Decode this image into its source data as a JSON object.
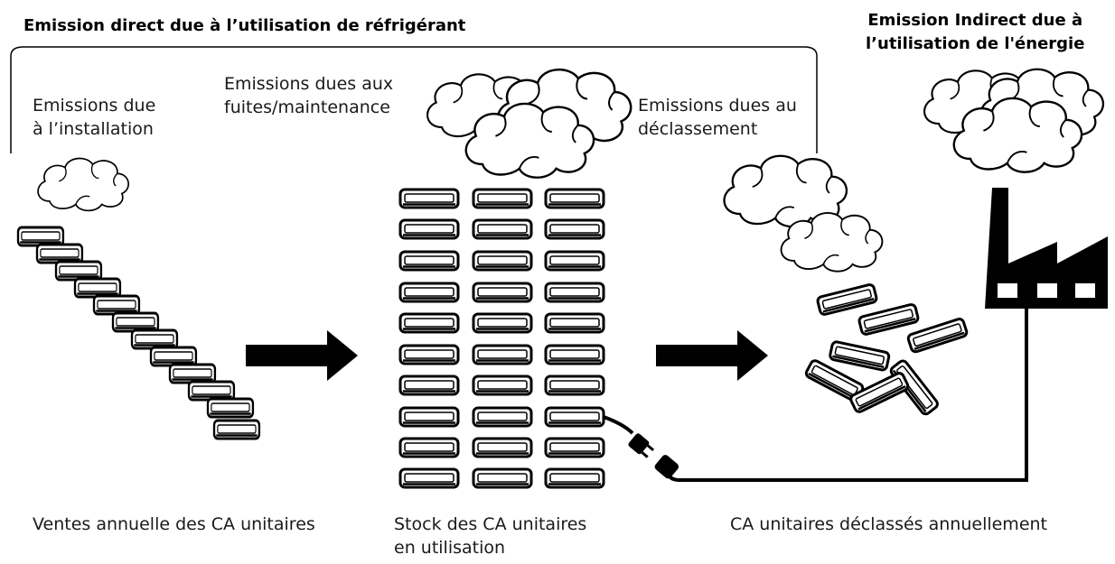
{
  "labels": {
    "direct_emission_title": "Emission direct due à l’utilisation de réfrigérant",
    "indirect_emission_title_line1": "Emission Indirect due à",
    "indirect_emission_title_line2": "l’utilisation de l'énergie",
    "installation_emissions_line1": "Emissions due",
    "installation_emissions_line2": "à l’installation",
    "leak_emissions_line1": "Emissions dues aux",
    "leak_emissions_line2": "fuites/maintenance",
    "decommission_emissions_line1": "Emissions dues au",
    "decommission_emissions_line2": "déclassement",
    "annual_sales": "Ventes annuelle des CA unitaires",
    "stock_line1": "Stock des CA unitaires",
    "stock_line2": "en utilisation",
    "decommissioned": "CA unitaires déclassés annuellement"
  },
  "icons": {
    "cloud": "cloud-icon",
    "ac_unit": "air-conditioner-unit-icon",
    "arrow": "arrow-right-icon",
    "factory": "factory-icon",
    "plug": "power-plug-icon"
  },
  "colors": {
    "ink": "#000000",
    "text": "#1a1a1a",
    "background": "#ffffff"
  }
}
